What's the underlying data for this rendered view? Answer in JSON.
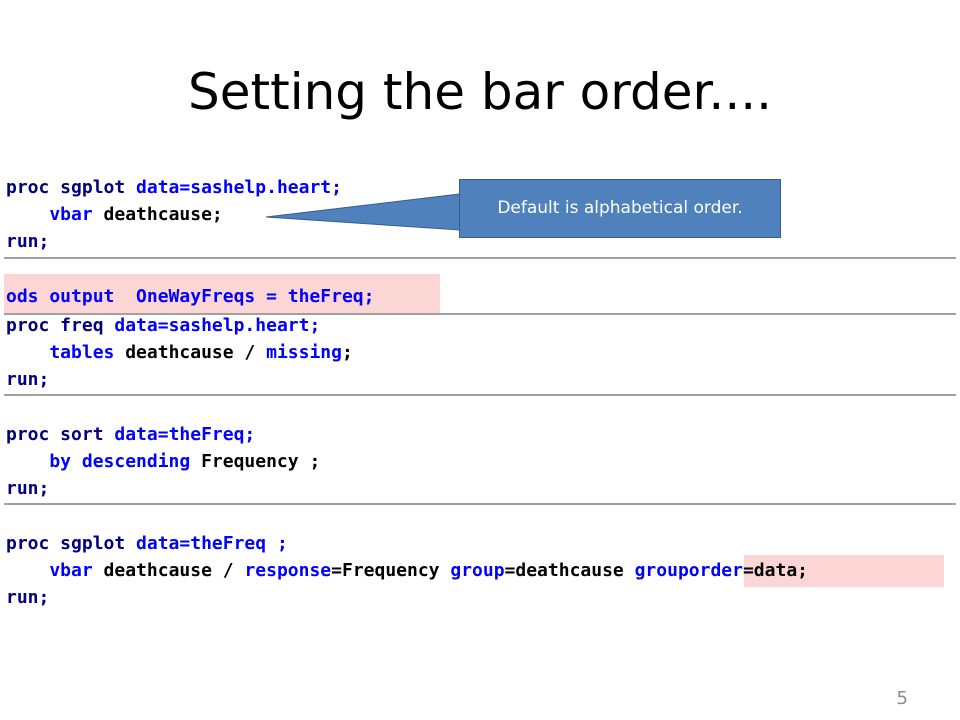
{
  "slide": {
    "title": "Setting the bar order....",
    "page_number": "5"
  },
  "callout": {
    "text": "Default is alphabetical order."
  },
  "code": {
    "block1": {
      "l1_kw": "proc sgplot ",
      "l1_opt": "data",
      "l1_rest": "=sashelp.heart;",
      "l2_kw": "    vbar ",
      "l2_rest": "deathcause;",
      "l3": "run;"
    },
    "block2": {
      "l1": "ods output  OneWayFreqs = theFreq;",
      "l2_kw": "proc freq ",
      "l2_opt": "data",
      "l2_rest": "=sashelp.heart;",
      "l3_kw": "    tables ",
      "l3_rest": "deathcause / ",
      "l3_opt": "missing",
      "l3_end": ";",
      "l4": "run;"
    },
    "block3": {
      "l1_kw": "proc sort ",
      "l1_opt": "data",
      "l1_rest": "=theFreq;",
      "l2_kw": "    by descending ",
      "l2_rest": "Frequency ;",
      "l3": "run;"
    },
    "block4": {
      "l1_kw": "proc sgplot ",
      "l1_opt": "data",
      "l1_rest": "=theFreq ;",
      "l2_kw": "    vbar ",
      "l2_a": "deathcause / ",
      "l2_opt1": "response",
      "l2_b": "=Frequency ",
      "l2_opt2": "group",
      "l2_c": "=deathcause ",
      "l2_opt3": "grouporder",
      "l2_d": "=data;",
      "l3": "run;"
    }
  }
}
